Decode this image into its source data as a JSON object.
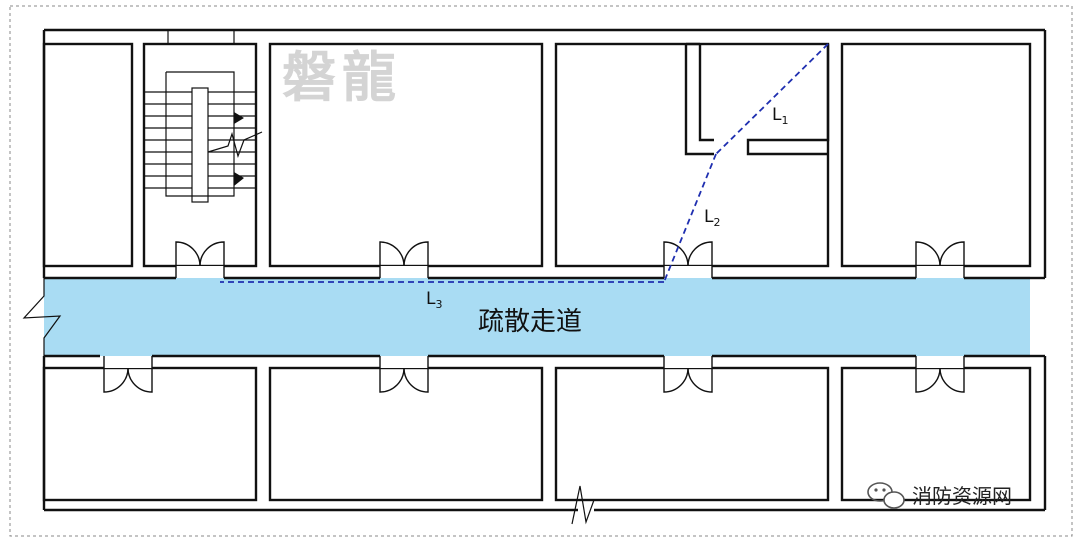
{
  "diagram": {
    "corridor_label": "疏散走道",
    "watermark": "磐龍",
    "routes": [
      {
        "label_main": "L",
        "label_sub": "1"
      },
      {
        "label_main": "L",
        "label_sub": "2"
      },
      {
        "label_main": "L",
        "label_sub": "3"
      }
    ],
    "credit": "消防资源网",
    "colors": {
      "corridor_fill": "#a9dcf3",
      "route_stroke": "#1f2fb0",
      "wall_stroke": "#111111"
    },
    "icons": [
      "wechat-icon",
      "stair-icon",
      "door-swing-icon",
      "break-line-icon"
    ]
  }
}
